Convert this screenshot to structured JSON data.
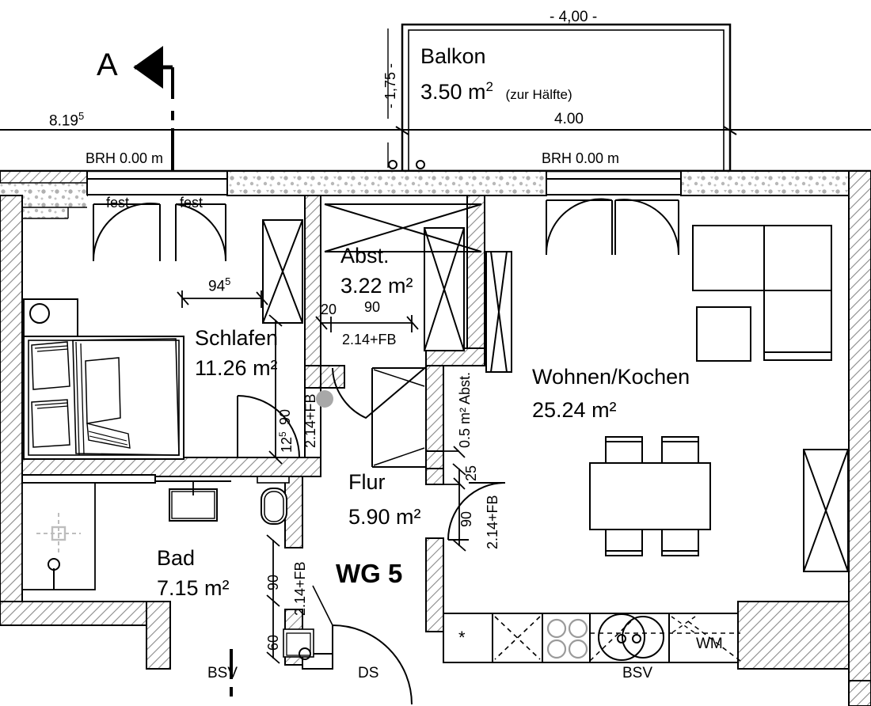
{
  "plan": {
    "unit_label": "WG 5",
    "section_marker": "A",
    "colors": {
      "line": "#000000",
      "wall_hatch": "#8a8a8a",
      "insulation_dot": "#9a9a9a",
      "marker_dot": "#a8a8a8",
      "background": "#ffffff"
    }
  },
  "rooms": [
    {
      "name": "Balkon",
      "area": "3.50 m",
      "sup": "2",
      "note": "(zur Hälfte)"
    },
    {
      "name": "Schlafen",
      "area": "11.26 m",
      "sup": "2",
      "note": ""
    },
    {
      "name": "Abst.",
      "area": "3.22 m",
      "sup": "2",
      "note": ""
    },
    {
      "name": "Wohnen/Kochen",
      "area": "25.24 m",
      "sup": "2",
      "note": ""
    },
    {
      "name": "Flur",
      "area": "5.90 m",
      "sup": "2",
      "note": ""
    },
    {
      "name": "Bad",
      "area": "7.15 m",
      "sup": "2",
      "note": ""
    }
  ],
  "room_labels": {
    "balkon_name": "Balkon",
    "balkon_area": "3.50 m",
    "balkon_sup": "2",
    "balkon_note": "(zur Hälfte)",
    "schlafen_name": "Schlafen",
    "schlafen_area": "11.26 m²",
    "abst_name": "Abst.",
    "abst_area": "3.22 m²",
    "wohnen_name": "Wohnen/Kochen",
    "wohnen_area": "25.24 m²",
    "flur_name": "Flur",
    "flur_area": "5.90 m²",
    "bad_name": "Bad",
    "bad_area": "7.15 m²",
    "abst_small": "0.5 m² Abst."
  },
  "dimensions": {
    "overall_top_left": "8.19",
    "overall_top_left_sup": "5",
    "balkon_width_top": "- 4,00 -",
    "balkon_depth_left": "- 1,75 -",
    "balkon_width_inner": "4.00",
    "brh_left": "BRH 0.00 m",
    "brh_right": "BRH 0.00 m",
    "schlafen_offset": "94",
    "schlafen_offset_sup": "5",
    "abst_wall_20": "20",
    "abst_door_90": "90",
    "abst_door_height": "2.14+FB",
    "schlafen_door_90": "90",
    "schlafen_door_125": "12",
    "schlafen_door_125_sup": "5",
    "schlafen_door_height": "2.14+FB",
    "bad_door_90": "90",
    "bad_door_60": "60",
    "bad_door_height": "2.14+FB",
    "wohnen_door_25": "25",
    "wohnen_door_90": "90",
    "wohnen_door_height": "2.14+FB"
  },
  "annotations": {
    "fest_left": "fest",
    "fest_right": "fest",
    "bsv_left": "BSV",
    "bsv_right": "BSV",
    "ds": "DS",
    "wm": "WM",
    "asterisk": "*"
  },
  "furniture": {
    "bed": "double-bed",
    "nightstand": "nightstand",
    "sofa": "sofa",
    "coffee_table": "coffee-table",
    "dining_table": "dining-table",
    "chairs": 4,
    "shower": "shower",
    "wc": "toilet",
    "sink": "washbasin",
    "stove": "stove-4-burner",
    "sink_kitchen": "kitchen-sink-double",
    "washing_machine": "WM"
  }
}
